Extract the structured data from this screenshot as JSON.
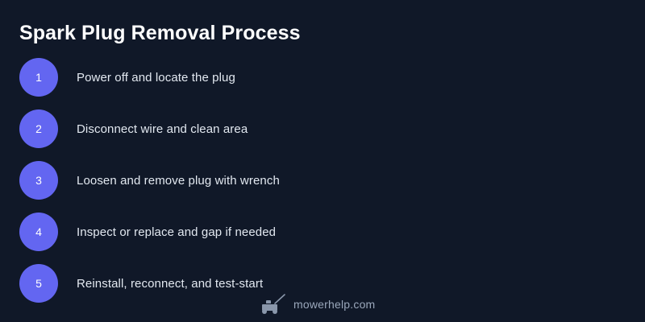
{
  "theme": {
    "background_color": "#111827",
    "accent_color": "#6366f1",
    "title_color": "#ffffff",
    "step_text_color": "#e2e8f0",
    "watermark_color": "#9aa7bb"
  },
  "header": {
    "title": "Spark Plug Removal Process"
  },
  "steps": [
    {
      "number": "1",
      "label": "Power off and locate the plug"
    },
    {
      "number": "2",
      "label": "Disconnect wire and clean area"
    },
    {
      "number": "3",
      "label": "Loosen and remove plug with wrench"
    },
    {
      "number": "4",
      "label": "Inspect or replace and gap if needed"
    },
    {
      "number": "5",
      "label": "Reinstall, reconnect, and test-start"
    }
  ],
  "watermark": {
    "icon": "lawn-mower-icon",
    "text": "mowerhelp.com"
  }
}
